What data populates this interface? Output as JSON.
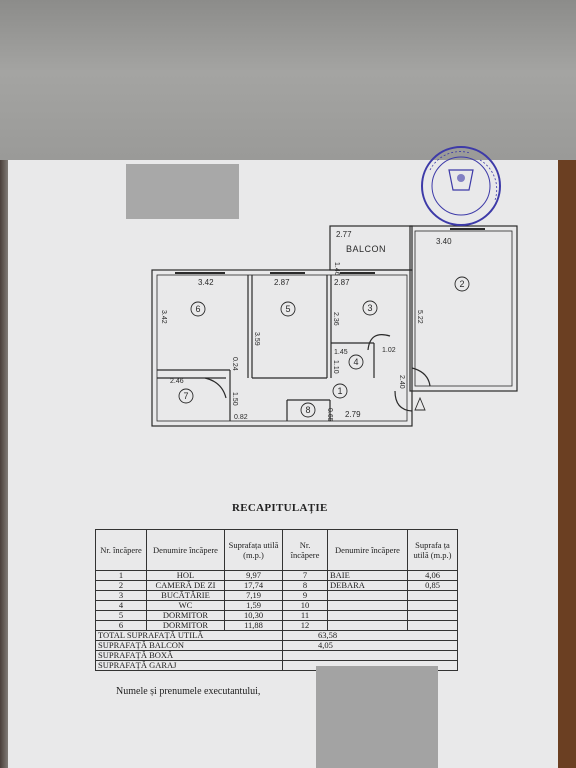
{
  "plan": {
    "balcony_label": "BALCON",
    "dims": {
      "balcony_width": "2.77",
      "balcony_depth": "1.46",
      "r2_width": "3.40",
      "r2_length": "5.22",
      "r6_width": "3.42",
      "r6_length": "3.42",
      "r5_width": "2.87",
      "r5_length": "3.59",
      "r3_width": "2.87",
      "r3_length": "2.36",
      "r4_a": "1.45",
      "r4_b": "1.10",
      "d_102": "1.02",
      "d_240": "2.40",
      "d_024": "0.24",
      "r7_width": "2.46",
      "d_150": "1.50",
      "d_082": "0.82",
      "d_065": "0.65",
      "hall_length": "2.79"
    },
    "room_numbers": [
      "1",
      "2",
      "3",
      "4",
      "5",
      "6",
      "7",
      "8"
    ]
  },
  "recap": {
    "title": "RECAPITULAȚIE",
    "headers": {
      "nr": "Nr. încăpere",
      "name": "Denumire încăpere",
      "area": "Suprafața utilă (m.p.)"
    },
    "header_area_right": "Suprafa ța utilă (m.p.)",
    "rows": [
      {
        "nr": "1",
        "name": "HOL",
        "area": "9,97",
        "nr2": "7",
        "name2": "BAIE",
        "area2": "4,06"
      },
      {
        "nr": "2",
        "name": "CAMERĂ DE ZI",
        "area": "17,74",
        "nr2": "8",
        "name2": "DEBARA",
        "area2": "0,85"
      },
      {
        "nr": "3",
        "name": "BUCĂTĂRIE",
        "area": "7,19",
        "nr2": "9",
        "name2": "",
        "area2": ""
      },
      {
        "nr": "4",
        "name": "WC",
        "area": "1,59",
        "nr2": "10",
        "name2": "",
        "area2": ""
      },
      {
        "nr": "5",
        "name": "DORMITOR",
        "area": "10,30",
        "nr2": "11",
        "name2": "",
        "area2": ""
      },
      {
        "nr": "6",
        "name": "DORMITOR",
        "area": "11,88",
        "nr2": "12",
        "name2": "",
        "area2": ""
      }
    ],
    "totals": [
      {
        "label": "TOTAL SUPRAFAȚĂ UTILĂ",
        "value": "63,58"
      },
      {
        "label": "SUPRAFAȚĂ BALCON",
        "value": "4,05"
      },
      {
        "label": "SUPRAFAȚĂ BOXĂ",
        "value": ""
      },
      {
        "label": "SUPRAFAȚĂ GARAJ",
        "value": ""
      }
    ]
  },
  "footer": "Numele și prenumele executantului,",
  "colors": {
    "ink": "#2a2a2a",
    "stamp": "#3d3aa8",
    "paper": "#e9e9ea"
  }
}
